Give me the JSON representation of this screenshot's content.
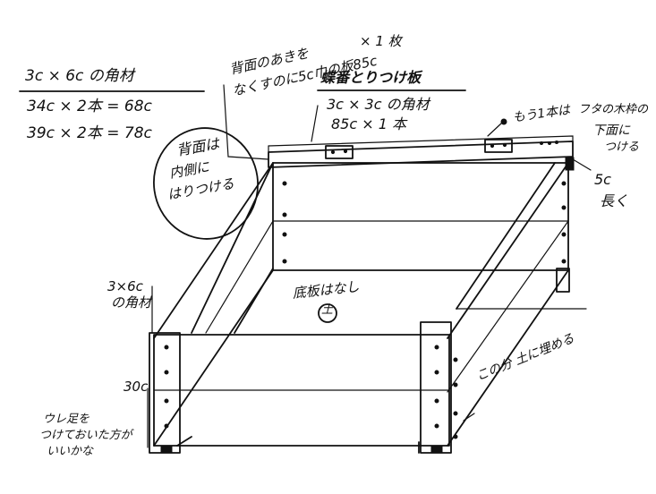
{
  "notes": {
    "lumber_title": "3c × 6c の角材",
    "lumber_line1": "34c × 2本 = 68c",
    "lumber_line2": "39c × 2本 = 78c",
    "back_board_line1": "背面のあきを",
    "back_board_line2": "なくすのに5c巾の板85c",
    "back_board_line3": "× 1 枚",
    "hinge_title": "蝶番とりつけ板",
    "hinge_line1": "3c × 3c の角材",
    "hinge_line2": "85c × 1 本",
    "circle_line1": "背面は",
    "circle_line2": "内側に",
    "circle_line3": "はりつける",
    "spare_line1": "もう1本は",
    "spare_line2": "フタの木枠の",
    "spare_line3": "下面に",
    "spare_line4": "つける",
    "five_c": "5c",
    "five_c_long": "長く",
    "corner_post_line1": "3×6c",
    "corner_post_line2": "の角材",
    "no_bottom": "底板はなし",
    "soil": "土",
    "height_30": "30c",
    "bury": "この分 土に埋める",
    "feet_line1": "ウレ足を",
    "feet_line2": "つけておいた方が",
    "feet_line3": "いいかな"
  }
}
